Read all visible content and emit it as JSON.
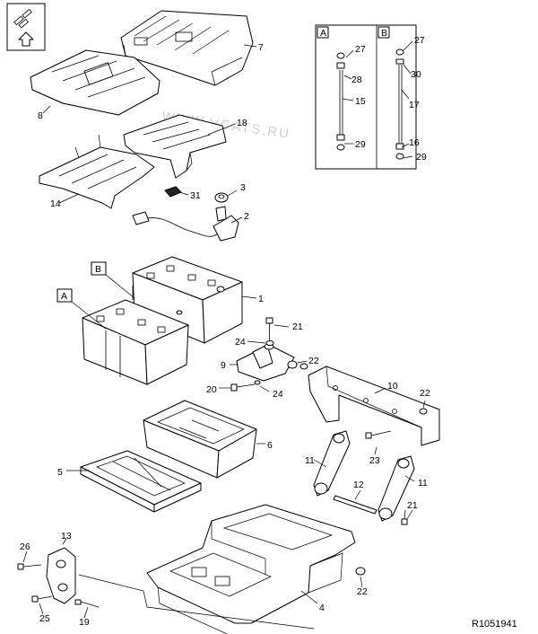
{
  "drawing_id": "R1051941",
  "watermark": "WWW.VCATS.RU",
  "parts": {
    "p1": "1",
    "p2": "2",
    "p3": "3",
    "p4": "4",
    "p5": "5",
    "p6": "6",
    "p7": "7",
    "p8": "8",
    "p9": "9",
    "p10": "10",
    "p11a": "11",
    "p11b": "11",
    "p12": "12",
    "p13": "13",
    "p14": "14",
    "p15": "15",
    "p16": "16",
    "p17": "17",
    "p18": "18",
    "p19": "19",
    "p20": "20",
    "p21a": "21",
    "p21b": "21",
    "p22a": "22",
    "p22b": "22",
    "p22c": "22",
    "p23": "23",
    "p24a": "24",
    "p24b": "24",
    "p25": "25",
    "p26": "26",
    "p27a": "27",
    "p27b": "27",
    "p28": "28",
    "p29a": "29",
    "p29b": "29",
    "p30": "30",
    "p31": "31"
  },
  "callouts": {
    "a": "A",
    "b": "B"
  }
}
